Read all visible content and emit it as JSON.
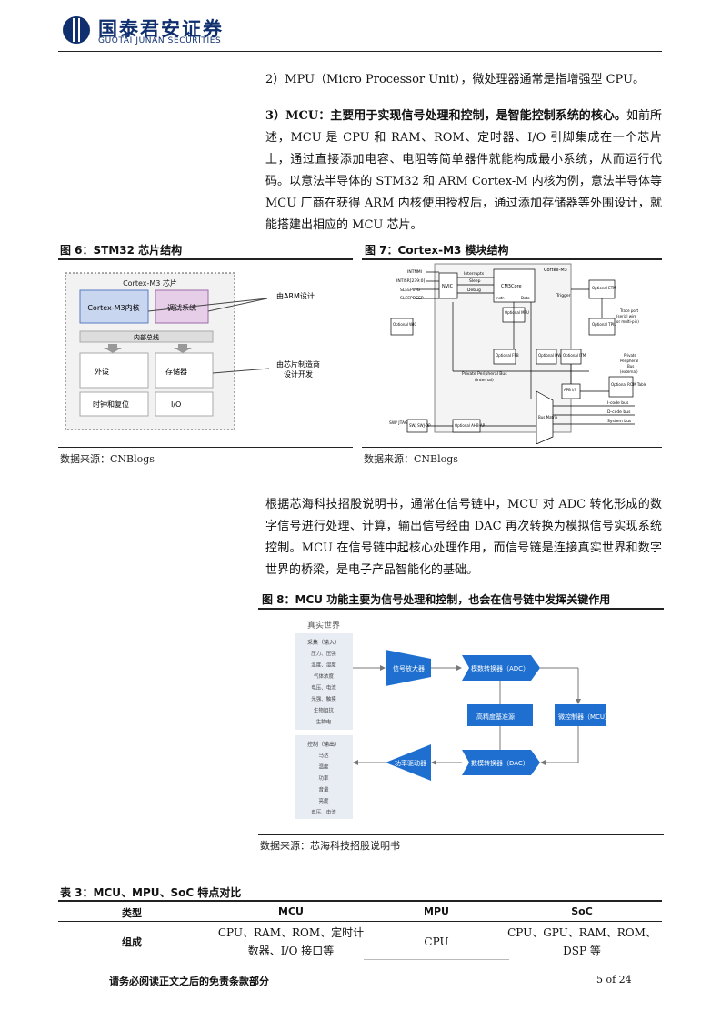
{
  "header": {
    "company_cn": "国泰君安证券",
    "company_en": "GUOTAI JUNAN SECURITIES"
  },
  "paragraphs": {
    "p1": "2）MPU（Micro Processor Unit），微处理器通常是指增强型 CPU。",
    "p2_bold": "3）MCU：主要用于实现信号处理和控制，是智能控制系统的核心。",
    "p2_rest": "如前所述，MCU 是 CPU 和 RAM、ROM、定时器、I/O 引脚集成在一个芯片上，通过直接添加电容、电阻等简单器件就能构成最小系统，从而运行代码。以意法半导体的 STM32 和 ARM Cortex-M 内核为例，意法半导体等 MCU 厂商在获得 ARM 内核使用授权后，通过添加存储器等外围设计，就能搭建出相应的 MCU 芯片。",
    "p3": "根据芯海科技招股说明书，通常在信号链中，MCU 对 ADC 转化形成的数字信号进行处理、计算，输出信号经由 DAC 再次转换为模拟信号实现系统控制。MCU 在信号链中起核心处理作用，而信号链是连接真实世界和数字世界的桥梁，是电子产品智能化的基础。"
  },
  "fig6": {
    "title": "图 6：STM32 芯片结构",
    "source": "数据来源：CNBlogs",
    "chip_label": "Cortex-M3 芯片",
    "core": "Cortex-M3内核",
    "debug": "调试系统",
    "bus": "内部总线",
    "periph": "外设",
    "memory": "存储器",
    "clock": "时钟和复位",
    "io": "I/O",
    "arm_design": "由ARM设计",
    "vendor_design_1": "由芯片制造商",
    "vendor_design_2": "设计开发"
  },
  "fig7": {
    "title": "图 7：Cortex-M3 模块结构",
    "source": "数据来源：CNBlogs",
    "labels": {
      "cortex": "Cortex-M3",
      "intnmi": "INTNMI",
      "intisr": "INTISR[239:0]",
      "sleeping": "SLEEPING",
      "sleepdeep": "SLEEPDEEP",
      "interrupts": "Interrupts",
      "sleep": "Sleep",
      "debug": "Debug",
      "instr": "Instr.",
      "data": "Data",
      "nvic": "NVIC",
      "cm3core": "CM3Core",
      "trigger": "Trigger",
      "opt_mpu": "Optional MPU",
      "opt_wic": "Optional WIC",
      "opt_fpb": "Optional FPB",
      "opt_dwt": "Optional DWT",
      "opt_itm": "Optional ITM",
      "opt_etm": "Optional ETM",
      "opt_tpiu": "Optional TPIU",
      "trace_port_1": "Trace port",
      "trace_port_2": "(serial wire",
      "trace_port_3": "or multi-pin)",
      "ppb_1": "Private Peripheral Bus",
      "ppb_2": "(internal)",
      "ppb_ext_1": "Private",
      "ppb_ext_2": "Peripheral",
      "ppb_ext_3": "Bus",
      "ppb_ext_4": "(external)",
      "apb": "APB i/f",
      "opt_rom": "Optional ROM Table",
      "bus_matrix": "Bus Matrix",
      "icode": "I-code bus",
      "dcode": "D-code bus",
      "sysbus": "System bus",
      "sw_jtag": "SW/ JTAG",
      "swj_dp": "SW/ SWJ-DP",
      "opt_ahb": "Optional AHB-AP"
    }
  },
  "fig8": {
    "title": "图 8：MCU 功能主要为信号处理和控制，也会在信号链中发挥关键作用",
    "source": "数据来源：芯海科技招股说明书",
    "real_world": "真实世界",
    "input_head": "采集（输入）",
    "inputs": [
      "压力、压强",
      "温度、湿度",
      "气体浓度",
      "电压、电流",
      "光强、触摸",
      "生物阻抗",
      "生物电"
    ],
    "output_head": "控制（输出）",
    "outputs": [
      "马达",
      "温度",
      "功率",
      "音量",
      "亮度",
      "电压、电流"
    ],
    "amp": "信号放大器",
    "adc": "模数转换器（ADC）",
    "ref": "高精度基准源",
    "mcu": "微控制器（MCU）",
    "dac": "数模转换器（DAC）",
    "driver": "功率驱动器"
  },
  "table3": {
    "title": "表 3：MCU、MPU、SoC 特点对比",
    "headers": [
      "类型",
      "MCU",
      "MPU",
      "SoC"
    ],
    "row_label": "组成",
    "mcu_1": "CPU、RAM、ROM、定时计",
    "mcu_2": "数器、I/O 接口等",
    "mpu": "CPU",
    "soc_1": "CPU、GPU、RAM、ROM、",
    "soc_2": "DSP 等"
  },
  "footer": {
    "disclaimer": "请务必阅读正文之后的免责条款部分",
    "page": "5 of 24"
  },
  "colors": {
    "brand": "#0f2f6f",
    "fig8_blue": "#1e6fd0",
    "fig8_panel": "#e8edf4"
  }
}
